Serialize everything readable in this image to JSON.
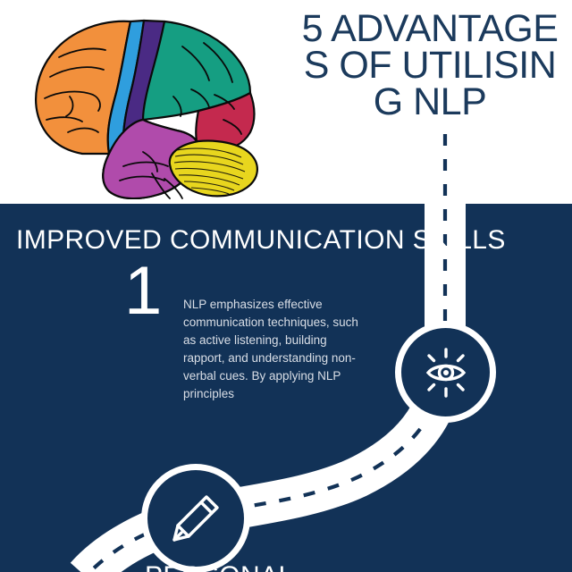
{
  "theme": {
    "page_background": "#ffffff",
    "navy": "#123257",
    "title_navy": "#1b3a5c",
    "white": "#ffffff",
    "body_text": "#d9dee6"
  },
  "header": {
    "title": "5 ADVANTAGES OF UTILISING NLP",
    "brain": {
      "icon_name": "brain-illustration",
      "lobes": [
        {
          "name": "frontal-lobe",
          "color": "#f2903c"
        },
        {
          "name": "precentral-gyrus",
          "color": "#2f9ede"
        },
        {
          "name": "postcentral-gyrus",
          "color": "#4a2a84"
        },
        {
          "name": "parietal-lobe",
          "color": "#159e82"
        },
        {
          "name": "occipital-lobe",
          "color": "#c4294e"
        },
        {
          "name": "temporal-lobe",
          "color": "#b martial"
        },
        {
          "name": "cerebellum",
          "color": "#e8d61e"
        }
      ]
    }
  },
  "main": {
    "section_heading": "IMPROVED COMMUNICATION SKILLS",
    "item_number": "1",
    "item_body": "NLP emphasizes effective communication techniques, such as active listening, building rapport, and understanding non-verbal cues. By applying NLP principles",
    "badges": [
      {
        "name": "eye-badge",
        "icon": "eye-icon"
      },
      {
        "name": "pencil-badge",
        "icon": "pencil-icon"
      }
    ],
    "next_section_label": "PERSONAL"
  }
}
